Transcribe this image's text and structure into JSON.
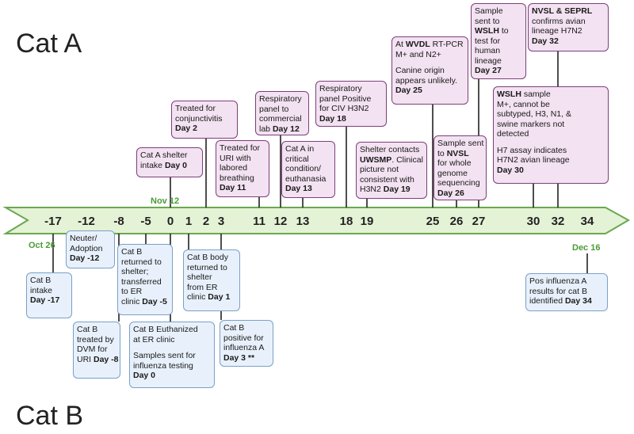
{
  "titles": {
    "cat_a": "Cat A",
    "cat_b": "Cat B"
  },
  "colors": {
    "arrow_fill": "#e4f2d6",
    "arrow_stroke": "#6aa84f",
    "date_green": "#4a9a38",
    "cat_a_box_fill": "#f3e2f1",
    "cat_a_box_border": "#7d3f7a",
    "cat_b_box_fill": "#e8f1fb",
    "cat_b_box_border": "#7c9fc8"
  },
  "timeline": {
    "ticks": [
      "-17",
      "-12",
      "-8",
      "-5",
      "0",
      "1",
      "2",
      "3",
      "11",
      "12",
      "13",
      "18",
      "19",
      "25",
      "26",
      "27",
      "30",
      "32",
      "34"
    ],
    "date_labels": {
      "nov12": "Nov 12",
      "oct26": "Oct 26",
      "dec16": "Dec 16"
    }
  },
  "cat_a_events": [
    {
      "id": "a-d0",
      "lines": [
        [
          [
            "Cat A shelter",
            false
          ]
        ],
        [
          [
            "intake  ",
            false
          ],
          [
            "Day 0",
            true
          ]
        ]
      ]
    },
    {
      "id": "a-d2",
      "lines": [
        [
          [
            "Treated for",
            false
          ]
        ],
        [
          [
            "conjunctivitis",
            false
          ]
        ],
        [
          [
            "Day 2",
            true
          ]
        ]
      ]
    },
    {
      "id": "a-d11",
      "lines": [
        [
          [
            "Treated for",
            false
          ]
        ],
        [
          [
            "URI with",
            false
          ]
        ],
        [
          [
            "labored",
            false
          ]
        ],
        [
          [
            "breathing",
            false
          ]
        ],
        [
          [
            "Day 11",
            true
          ]
        ]
      ]
    },
    {
      "id": "a-d12",
      "lines": [
        [
          [
            "Respiratory",
            false
          ]
        ],
        [
          [
            "panel to",
            false
          ]
        ],
        [
          [
            "commercial",
            false
          ]
        ],
        [
          [
            "lab ",
            false
          ],
          [
            "Day 12",
            true
          ]
        ]
      ]
    },
    {
      "id": "a-d13",
      "lines": [
        [
          [
            "Cat A  in",
            false
          ]
        ],
        [
          [
            "critical",
            false
          ]
        ],
        [
          [
            "condition/",
            false
          ]
        ],
        [
          [
            "euthanasia",
            false
          ]
        ],
        [
          [
            "Day 13",
            true
          ]
        ]
      ]
    },
    {
      "id": "a-d18",
      "lines": [
        [
          [
            "Respiratory",
            false
          ]
        ],
        [
          [
            "panel  Positive",
            false
          ]
        ],
        [
          [
            "for CIV H3N2",
            false
          ]
        ],
        [
          [
            "Day 18",
            true
          ]
        ]
      ]
    },
    {
      "id": "a-d19",
      "lines": [
        [
          [
            "Shelter contacts",
            false
          ]
        ],
        [
          [
            "UWSMP",
            true
          ],
          [
            ". Clinical",
            false
          ]
        ],
        [
          [
            "picture not",
            false
          ]
        ],
        [
          [
            "consistent with",
            false
          ]
        ],
        [
          [
            "H3N2  ",
            false
          ],
          [
            "Day 19",
            true
          ]
        ]
      ]
    },
    {
      "id": "a-d25",
      "lines": [
        [
          [
            "At ",
            false
          ],
          [
            "WVDL",
            true
          ],
          [
            " RT-PCR",
            false
          ]
        ],
        [
          [
            "M+ and N2+",
            false
          ]
        ],
        [
          [
            "",
            false
          ]
        ],
        [
          [
            "Canine origin",
            false
          ]
        ],
        [
          [
            "appears unlikely.",
            false
          ]
        ],
        [
          [
            "Day 25",
            true
          ]
        ]
      ]
    },
    {
      "id": "a-d26",
      "lines": [
        [
          [
            "Sample sent",
            false
          ]
        ],
        [
          [
            "to ",
            false
          ],
          [
            "NVSL",
            true
          ]
        ],
        [
          [
            "for whole",
            false
          ]
        ],
        [
          [
            "genome",
            false
          ]
        ],
        [
          [
            "sequencing",
            false
          ]
        ],
        [
          [
            "Day 26",
            true
          ]
        ]
      ]
    },
    {
      "id": "a-d27",
      "lines": [
        [
          [
            "Sample",
            false
          ]
        ],
        [
          [
            "sent to",
            false
          ]
        ],
        [
          [
            "WSLH",
            true
          ],
          [
            " to",
            false
          ]
        ],
        [
          [
            "test for",
            false
          ]
        ],
        [
          [
            "human",
            false
          ]
        ],
        [
          [
            "lineage",
            false
          ]
        ],
        [
          [
            "Day 27",
            true
          ]
        ]
      ]
    },
    {
      "id": "a-d32",
      "lines": [
        [
          [
            "NVSL & SEPRL",
            true
          ]
        ],
        [
          [
            "confirms avian",
            false
          ]
        ],
        [
          [
            "lineage H7N2",
            false
          ]
        ],
        [
          [
            "Day 32",
            true
          ]
        ]
      ]
    },
    {
      "id": "a-d30",
      "lines": [
        [
          [
            "WSLH",
            true
          ],
          [
            " sample",
            false
          ]
        ],
        [
          [
            " M+, cannot be",
            false
          ]
        ],
        [
          [
            "subtyped, H3, N1, &",
            false
          ]
        ],
        [
          [
            "swine markers not",
            false
          ]
        ],
        [
          [
            "detected",
            false
          ]
        ],
        [
          [
            "",
            false
          ]
        ],
        [
          [
            "H7 assay indicates",
            false
          ]
        ],
        [
          [
            "H7N2 avian lineage",
            false
          ]
        ],
        [
          [
            " Day 30",
            true
          ]
        ]
      ]
    }
  ],
  "cat_b_events": [
    {
      "id": "b-dm17",
      "lines": [
        [
          [
            "Cat B",
            false
          ]
        ],
        [
          [
            "intake",
            false
          ]
        ],
        [
          [
            "Day -17",
            true
          ]
        ]
      ]
    },
    {
      "id": "b-dm12",
      "lines": [
        [
          [
            "Neuter/",
            false
          ]
        ],
        [
          [
            "Adoption",
            false
          ]
        ],
        [
          [
            "Day -12",
            true
          ]
        ]
      ]
    },
    {
      "id": "b-dm8",
      "lines": [
        [
          [
            "Cat B",
            false
          ]
        ],
        [
          [
            "treated by",
            false
          ]
        ],
        [
          [
            "DVM for",
            false
          ]
        ],
        [
          [
            "URI ",
            false
          ],
          [
            "Day -8",
            true
          ]
        ]
      ]
    },
    {
      "id": "b-dm5",
      "lines": [
        [
          [
            "Cat B",
            false
          ]
        ],
        [
          [
            "returned to",
            false
          ]
        ],
        [
          [
            "shelter;",
            false
          ]
        ],
        [
          [
            "transferred",
            false
          ]
        ],
        [
          [
            "to ER",
            false
          ]
        ],
        [
          [
            "clinic ",
            false
          ],
          [
            "Day -5",
            true
          ]
        ]
      ]
    },
    {
      "id": "b-d0",
      "lines": [
        [
          [
            "Cat B Euthanized",
            false
          ]
        ],
        [
          [
            "at ER clinic",
            false
          ]
        ],
        [
          [
            "",
            false
          ]
        ],
        [
          [
            "Samples sent for",
            false
          ]
        ],
        [
          [
            "influenza testing",
            false
          ]
        ],
        [
          [
            "Day 0",
            true
          ]
        ]
      ]
    },
    {
      "id": "b-d1",
      "lines": [
        [
          [
            "Cat B body",
            false
          ]
        ],
        [
          [
            "returned to",
            false
          ]
        ],
        [
          [
            "shelter",
            false
          ]
        ],
        [
          [
            "from ER",
            false
          ]
        ],
        [
          [
            "clinic ",
            false
          ],
          [
            "Day 1",
            true
          ]
        ]
      ]
    },
    {
      "id": "b-d3",
      "lines": [
        [
          [
            "Cat B",
            false
          ]
        ],
        [
          [
            "positive for",
            false
          ]
        ],
        [
          [
            "influenza A",
            false
          ]
        ],
        [
          [
            "Day 3 **",
            true
          ]
        ]
      ]
    },
    {
      "id": "b-d34",
      "lines": [
        [
          [
            "Pos influenza A",
            false
          ]
        ],
        [
          [
            "results for cat B",
            false
          ]
        ],
        [
          [
            "identified      ",
            false
          ],
          [
            "Day 34",
            true
          ]
        ]
      ]
    }
  ]
}
